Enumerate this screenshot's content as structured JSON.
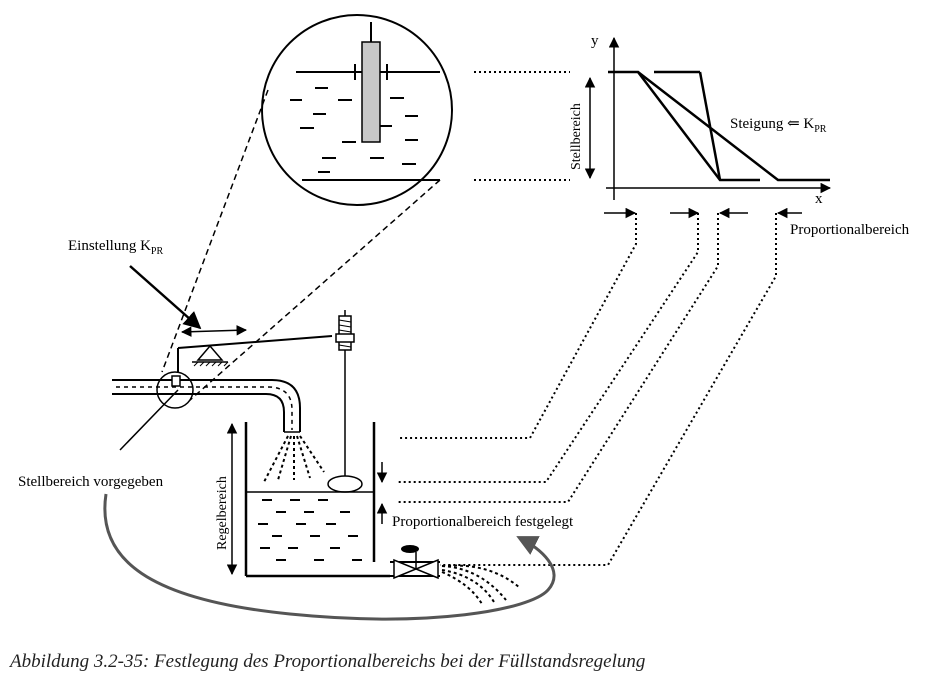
{
  "labels": {
    "y_axis": "y",
    "x_axis": "x",
    "stellbereich_axis": "Stellbereich",
    "steigung": "Steigung ⇐ K",
    "steigung_sub": "PR",
    "proportionalbereich": "Proportionalbereich",
    "einstellung": "Einstellung K",
    "einstellung_sub": "PR",
    "stellbereich_vorgegeben": "Stellbereich vorgegeben",
    "regelbereich": "Regelbereich",
    "proportionalbereich_festgelegt": "Proportionalbereich festgelegt"
  },
  "caption": "Abbildung 3.2-35: Festlegung des Proportionalbereichs bei der Füllstandsregelung"
}
